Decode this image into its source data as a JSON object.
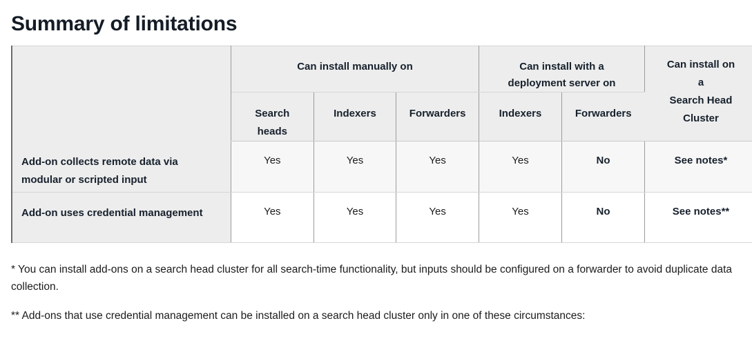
{
  "page": {
    "title": "Summary of limitations"
  },
  "table": {
    "corner_label": "",
    "group_headers": [
      {
        "label": "Can install manually on",
        "span": 3
      },
      {
        "label": "Can install with a\ndeployment server on",
        "span": 2
      }
    ],
    "group_header_1": "Can install manually on",
    "group_header_2_line1": "Can install with a",
    "group_header_2_line2": "deployment server on",
    "tall_header_line1": "Can install on",
    "tall_header_line2": "a",
    "tall_header_line3": "Search Head",
    "tall_header_line4": "Cluster",
    "sub_headers": [
      "Search\nheads",
      "Indexers",
      "Forwarders",
      "Indexers",
      "Forwarders"
    ],
    "sub_header_1_line1": "Search",
    "sub_header_1_line2": "heads",
    "sub_header_2": "Indexers",
    "sub_header_3": "Forwarders",
    "sub_header_4": "Indexers",
    "sub_header_5": "Forwarders",
    "rows": [
      {
        "label": "Add-on collects remote data via modular or scripted input",
        "manual_search_heads": "Yes",
        "manual_indexers": "Yes",
        "manual_forwarders": "Yes",
        "deployment_indexers": "Yes",
        "deployment_forwarders": "No",
        "search_head_cluster": "See notes*"
      },
      {
        "label": "Add-on uses credential management",
        "manual_search_heads": "Yes",
        "manual_indexers": "Yes",
        "manual_forwarders": "Yes",
        "deployment_indexers": "Yes",
        "deployment_forwarders": "No",
        "search_head_cluster": "See notes**"
      }
    ]
  },
  "notes": [
    "* You can install add-ons on a search head cluster for all search-time functionality, but inputs should be configured on a forwarder to avoid duplicate data collection.",
    "** Add-ons that use credential management can be installed on a search head cluster only in one of these circumstances:"
  ],
  "colors": {
    "header_bg": "#ededed",
    "row_stripe_bg": "#f7f7f7",
    "text": "#16202c",
    "border": "#9b9b9b"
  }
}
